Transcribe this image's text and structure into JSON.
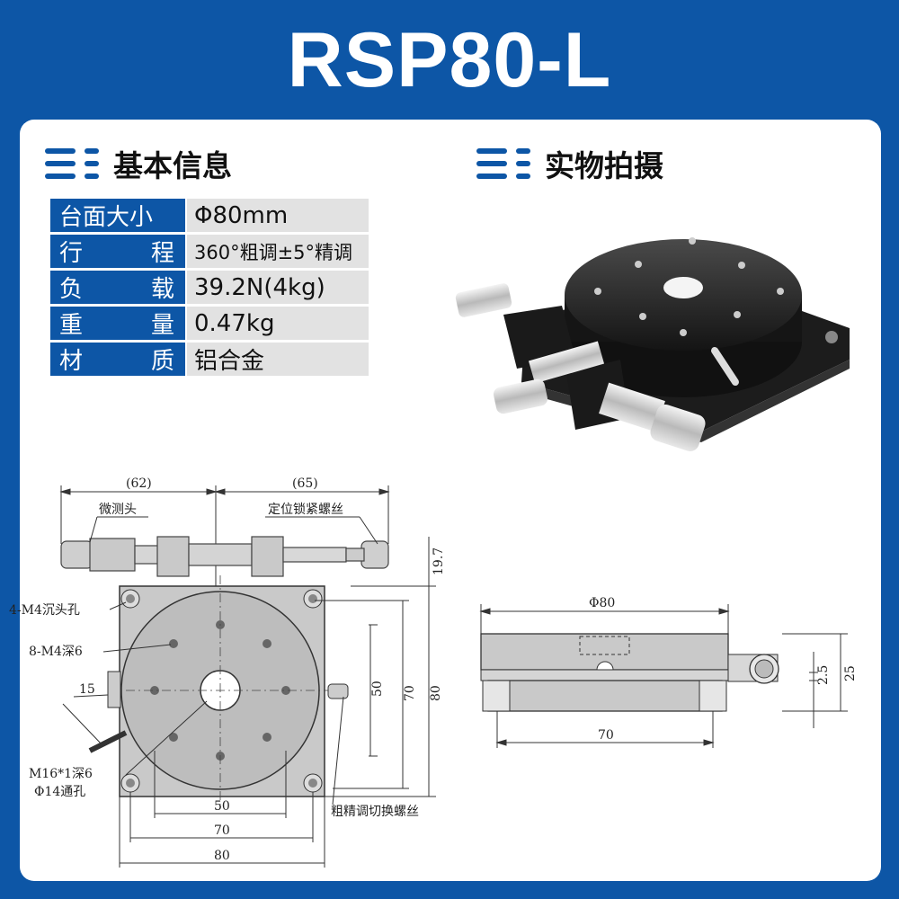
{
  "title": "RSP80-L",
  "sections": {
    "info": "基本信息",
    "photo": "实物拍摄"
  },
  "specs": [
    {
      "label": "台面大小",
      "value": "Φ80mm"
    },
    {
      "label": "行程",
      "value": "360°粗调±5°精调"
    },
    {
      "label": "负载",
      "value": "39.2N(4kg)"
    },
    {
      "label": "重量",
      "value": "0.47kg"
    },
    {
      "label": "材质",
      "value": "铝合金"
    }
  ],
  "drawing": {
    "top_dims": {
      "left": "(62)",
      "right": "(65)"
    },
    "callouts": {
      "micrometer": "微测头",
      "lock_screw": "定位锁紧螺丝",
      "counterbore": "4-M4沉头孔",
      "tapped": "8-M4深6",
      "center_thread": "M16*1深6",
      "through_hole": "Φ14通孔",
      "switch_screw": "粗精调切换螺丝"
    },
    "dims": {
      "h19": "19.7",
      "d15": "15",
      "v50": "50",
      "v70": "70",
      "v80": "80",
      "b50": "50",
      "b70": "70",
      "b80": "80"
    },
    "side": {
      "diameter": "Φ80",
      "bottom70": "70",
      "h25": "25",
      "h25s": "2.5"
    }
  },
  "colors": {
    "brand": "#0d56a6",
    "value_bg": "#e2e2e2"
  }
}
